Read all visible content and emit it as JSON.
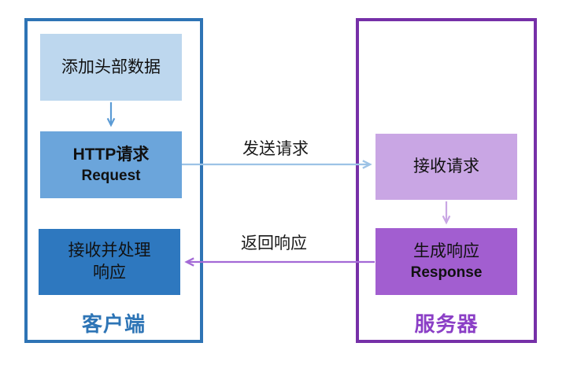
{
  "colors": {
    "client_border": "#2E74B5",
    "client_label": "#2E75B6",
    "box_light_blue": "#BDD7EE",
    "box_mid_blue": "#6BA5DB",
    "box_dark_blue": "#2E78BF",
    "arrow_blue": "#5B9BD5",
    "arrow_light_blue": "#9DC3E6",
    "server_border": "#7630A8",
    "server_label": "#8B3FC6",
    "box_light_purple": "#C9A6E4",
    "box_mid_purple": "#A25ED0",
    "arrow_light_purple": "#C9A6E4",
    "arrow_purple": "#A46AD6",
    "text": "#111111"
  },
  "client": {
    "label": "客户端",
    "add_header": {
      "line1": "添加头部数据"
    },
    "http_request": {
      "line1": "HTTP请求",
      "line2": "Request"
    },
    "receive_process": {
      "line1": "接收并处理",
      "line2": "响应"
    }
  },
  "server": {
    "label": "服务器",
    "receive_request": {
      "line1": "接收请求"
    },
    "generate_response": {
      "line1": "生成响应",
      "line2": "Response"
    }
  },
  "flows": {
    "send_label": "发送请求",
    "return_label": "返回响应"
  }
}
